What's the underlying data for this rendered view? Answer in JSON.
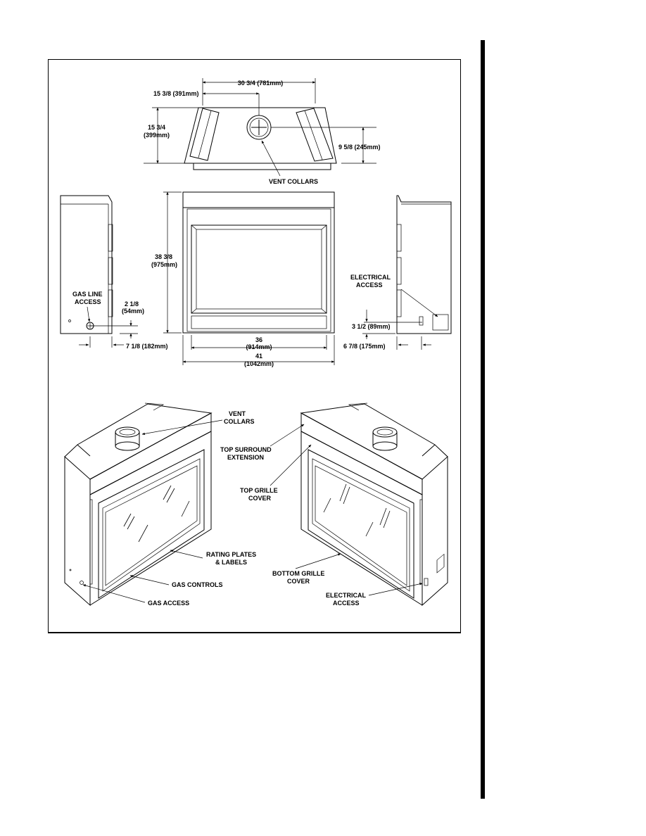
{
  "labels": {
    "top_width": "30 3/4 (781mm)",
    "top_half_width": "15 3/8 (391mm)",
    "top_depth_a": "15 3/4",
    "top_depth_b": "(399mm)",
    "top_collar_offset": "9 5/8 (245mm)",
    "vent_collars": "VENT COLLARS",
    "height_a": "38 3/8",
    "height_b": "(975mm)",
    "gas_line_access_a": "GAS LINE",
    "gas_line_access_b": "ACCESS",
    "gas_height_a": "2 1/8",
    "gas_height_b": "(54mm)",
    "gas_depth": "7 1/8 (182mm)",
    "width_36_a": "36",
    "width_36_b": "(914mm)",
    "width_41_a": "41",
    "width_41_b": "(1042mm)",
    "electrical_access_a": "ELECTRICAL",
    "electrical_access_b": "ACCESS",
    "elec_height": "3 1/2 (89mm)",
    "elec_depth": "6 7/8 (175mm)",
    "iso_vent_collars_a": "VENT",
    "iso_vent_collars_b": "COLLARS",
    "top_surround_a": "TOP SURROUND",
    "top_surround_b": "EXTENSION",
    "top_grille_a": "TOP GRILLE",
    "top_grille_b": "COVER",
    "rating_plates_a": "RATING PLATES",
    "rating_plates_b": "& LABELS",
    "gas_controls": "GAS CONTROLS",
    "gas_access": "GAS ACCESS",
    "bottom_grille_a": "BOTTOM GRILLE",
    "bottom_grille_b": "COVER",
    "iso_electrical_a": "ELECTRICAL",
    "iso_electrical_b": "ACCESS"
  }
}
